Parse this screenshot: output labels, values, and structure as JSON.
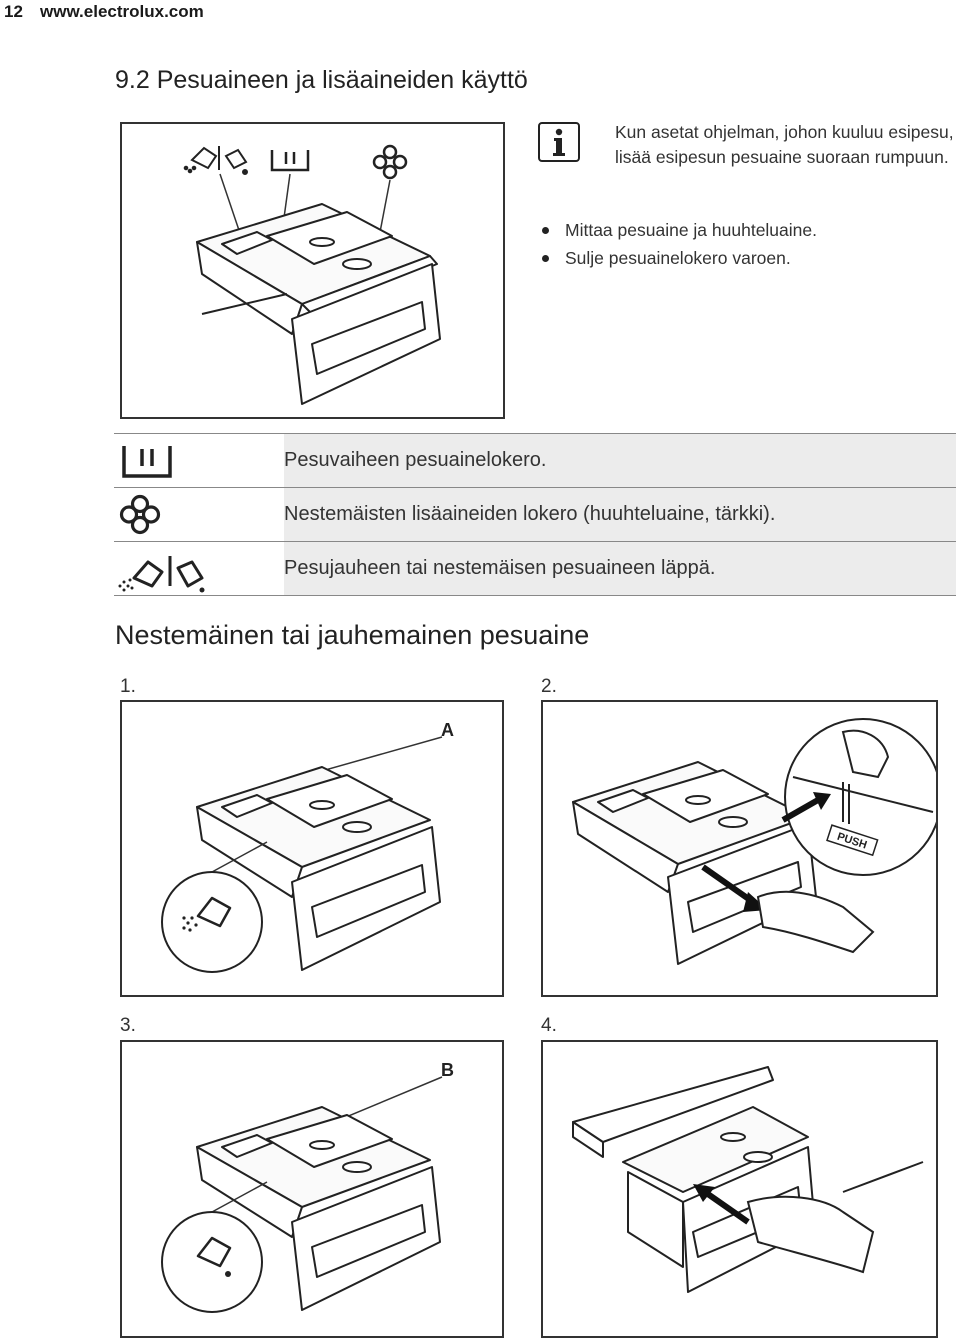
{
  "header": {
    "page_number": "12",
    "site": "www.electrolux.com"
  },
  "section": {
    "number": "9.2",
    "title": "Pesuaineen ja lisäaineiden käyttö"
  },
  "info": {
    "icon": "info-icon",
    "text": "Kun asetat ohjelman, johon kuuluu esipesu, lisää esipesun pesuaine suoraan rumpuun."
  },
  "bullets": [
    "Mittaa pesuaine ja huuhteluaine.",
    "Sulje pesuainelokero varoen."
  ],
  "legend": [
    {
      "icon": "main-wash-icon",
      "text": "Pesuvaiheen pesuainelokero."
    },
    {
      "icon": "fabric-softener-flower-icon",
      "text": "Nestemäisten lisäaineiden lokero (huuhteluaine, tärkki)."
    },
    {
      "icon": "powder-liquid-flap-icon",
      "text": "Pesujauheen tai nestemäisen pesuaineen läppä."
    }
  ],
  "subsection": {
    "title": "Nestemäinen tai jauhemainen pesuaine"
  },
  "steps": [
    {
      "label": "1.",
      "callout": "A"
    },
    {
      "label": "2.",
      "push_text": "PUSH"
    },
    {
      "label": "3.",
      "callout": "B"
    },
    {
      "label": "4."
    }
  ]
}
